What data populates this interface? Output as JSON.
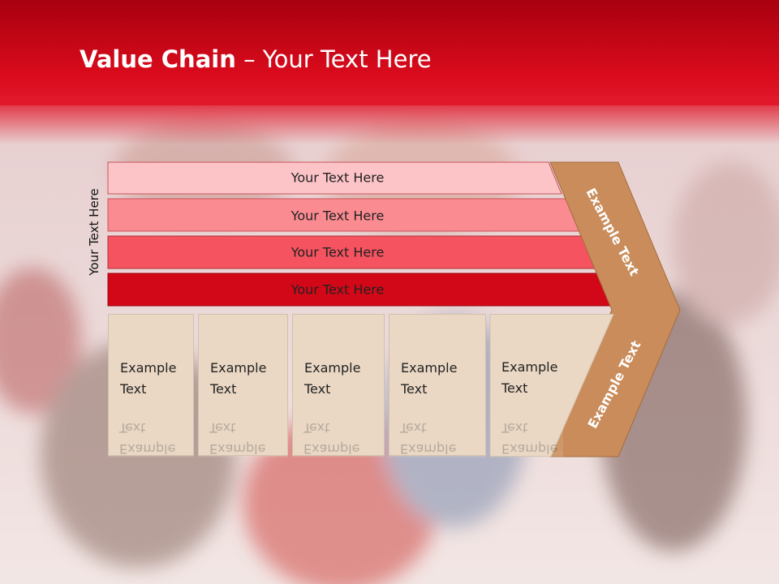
{
  "slide": {
    "title_bold": "Value Chain",
    "title_rest": " – Your Text Here",
    "side_label": "Your Text Here"
  },
  "bars": [
    {
      "label": "Your Text Here",
      "color": "#fdc4c8"
    },
    {
      "label": "Your Text Here",
      "color": "#fa8b91"
    },
    {
      "label": "Your Text Here",
      "color": "#f5535f"
    },
    {
      "label": "Your Text Here",
      "color": "#d20818"
    }
  ],
  "boxes": [
    {
      "line1": "Example",
      "line2": "Text"
    },
    {
      "line1": "Example",
      "line2": "Text"
    },
    {
      "line1": "Example",
      "line2": "Text"
    },
    {
      "line1": "Example",
      "line2": "Text"
    },
    {
      "line1": "Example",
      "line2": "Text"
    }
  ],
  "arrow": {
    "upper_label": "Example Text",
    "lower_label": "Example Text",
    "color": "#c98c5a"
  },
  "colors": {
    "header": "#d90b1c",
    "box_fill": "#ead8c4"
  }
}
